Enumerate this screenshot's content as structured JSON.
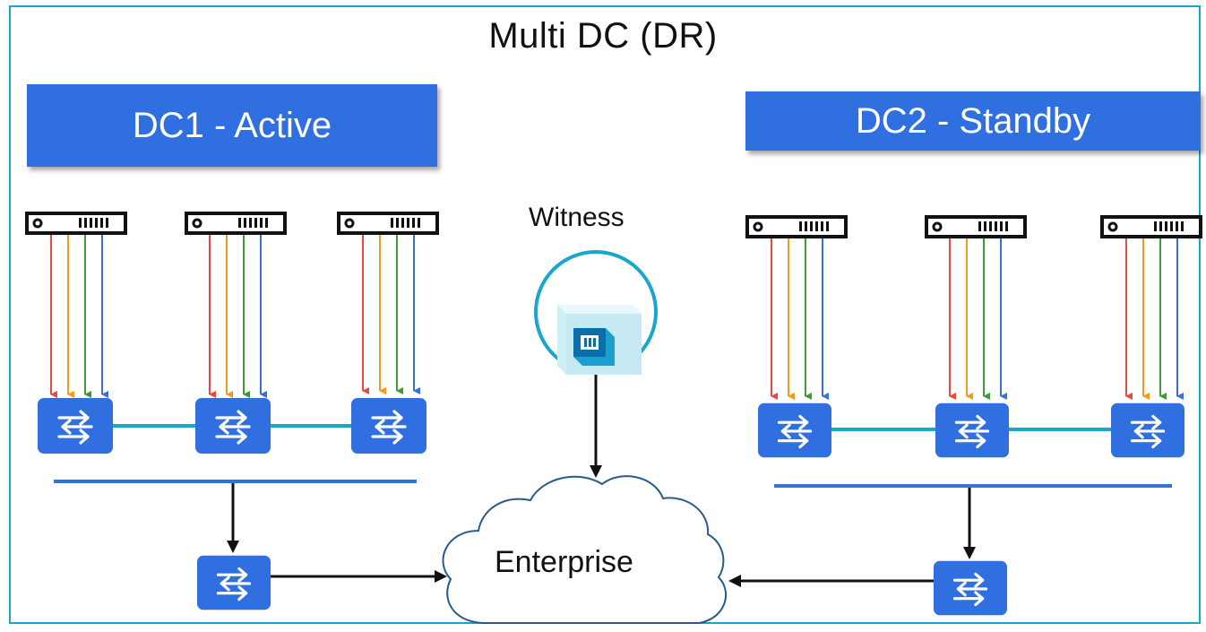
{
  "title": "Multi DC (DR)",
  "dc1": {
    "label": "DC1 - Active"
  },
  "dc2": {
    "label": "DC2 - Standby"
  },
  "witness": {
    "label": "Witness"
  },
  "cloud": {
    "label": "Enterprise"
  },
  "colors": {
    "frame": "#1aa6cc",
    "label_bg": "#2f6fe0",
    "switch": "#2f6fe0",
    "link": "#1aa6cc",
    "lane_red": "#e8483f",
    "lane_orange": "#f39a1c",
    "lane_green": "#3f9c35",
    "lane_blue": "#3a6fd8"
  },
  "icons": [
    "server-icon",
    "switch-icon",
    "witness-vm-icon",
    "cloud-icon",
    "arrow-icon"
  ]
}
